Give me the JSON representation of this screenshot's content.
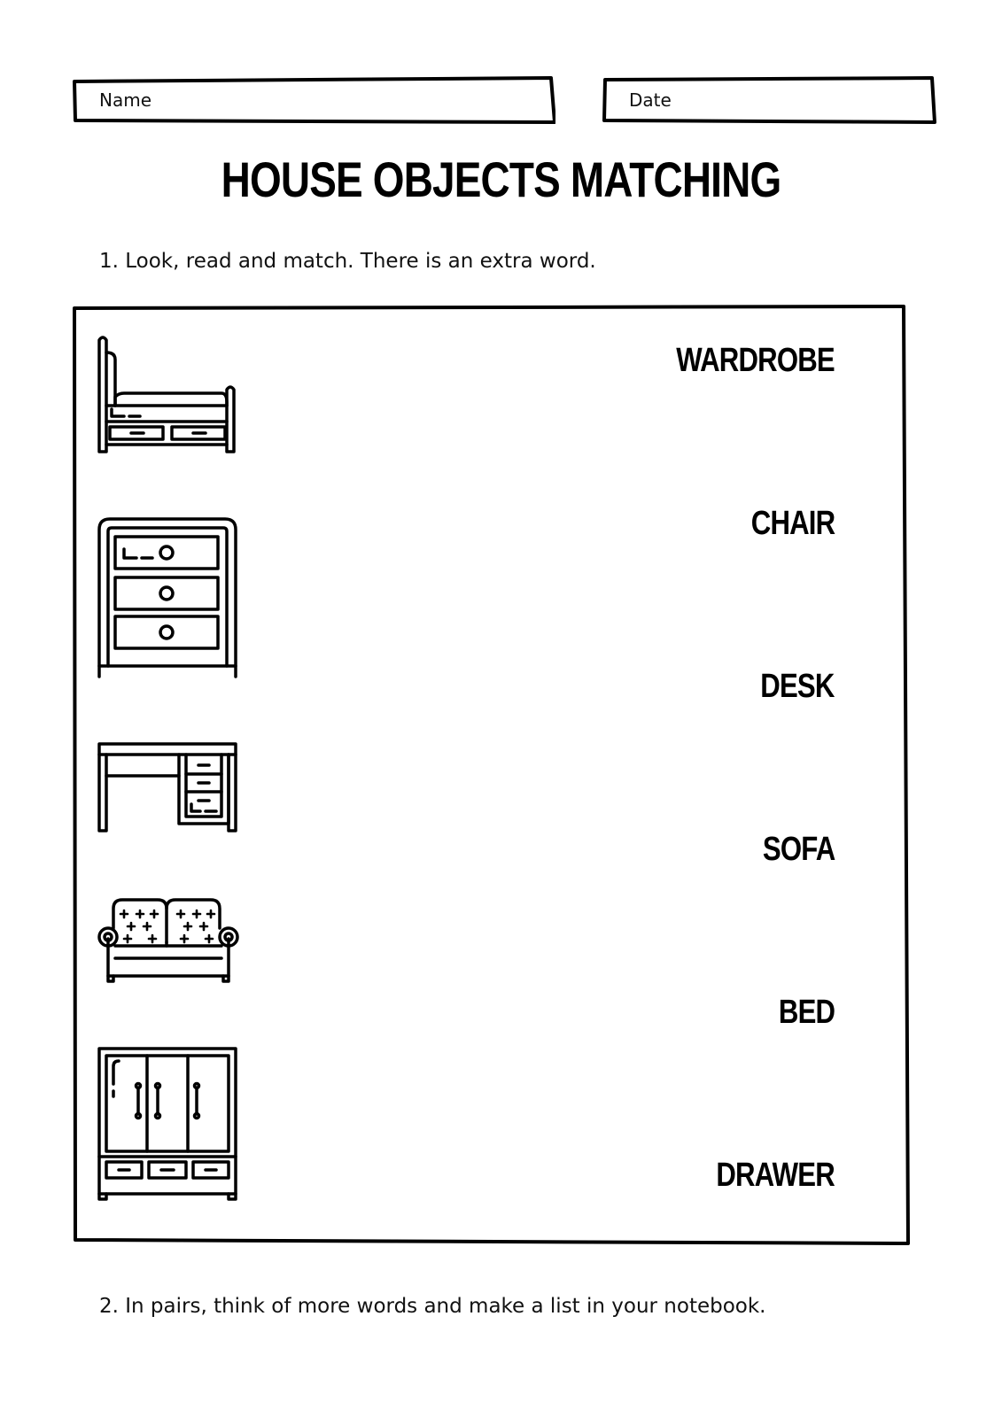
{
  "header": {
    "name_label": "Name",
    "date_label": "Date"
  },
  "title": "HOUSE OBJECTS MATCHING",
  "instructions": {
    "first": "1. Look, read and match. There is an extra word.",
    "second": "2. In pairs, think of more words and make a list in your notebook."
  },
  "pictures": [
    "bed-icon",
    "drawer-icon",
    "desk-icon",
    "sofa-icon",
    "wardrobe-icon"
  ],
  "words": [
    "WARDROBE",
    "CHAIR",
    "DESK",
    "SOFA",
    "BED",
    "DRAWER"
  ]
}
